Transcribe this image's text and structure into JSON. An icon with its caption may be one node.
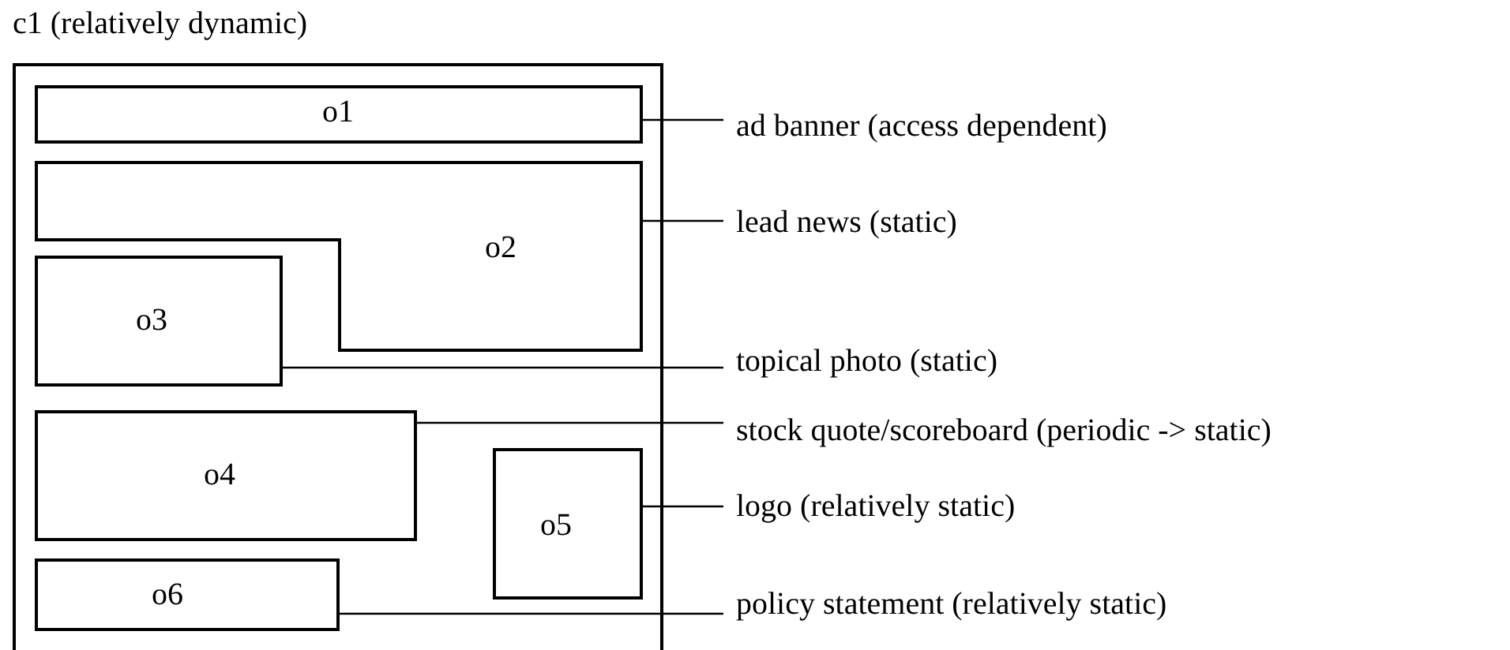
{
  "diagram": {
    "nodes": [
      {
        "text": [
          "c1 (relatively dynamic)"
        ]
      },
      {
        "text": [
          "o1"
        ],
        "in": 0
      },
      {
        "text": [
          "o2"
        ],
        "in": 0
      },
      {
        "text": [
          "o3"
        ],
        "in": 0
      },
      {
        "text": [
          "o4"
        ],
        "in": 0
      },
      {
        "text": [
          "o5"
        ],
        "in": 0
      },
      {
        "text": [
          "o6"
        ],
        "in": 0
      },
      {
        "text": [
          "ad banner (access dependent)"
        ]
      },
      {
        "text": [
          "lead news (static)"
        ]
      },
      {
        "text": [
          "topical photo (static)"
        ]
      },
      {
        "text": [
          "stock quote/scoreboard (periodic -> static)"
        ]
      },
      {
        "text": [
          "logo (relatively static)"
        ]
      },
      {
        "text": [
          "policy statement (relatively static)"
        ]
      }
    ],
    "edges": [
      {
        "from": 7,
        "to": 1,
        "arrow": "none"
      },
      {
        "from": 8,
        "to": 2,
        "arrow": "none"
      },
      {
        "from": 9,
        "to": 3,
        "arrow": "none"
      },
      {
        "from": 10,
        "to": 4,
        "arrow": "none"
      },
      {
        "from": 11,
        "to": 5,
        "arrow": "none"
      },
      {
        "from": 12,
        "to": 6,
        "arrow": "none"
      }
    ]
  }
}
